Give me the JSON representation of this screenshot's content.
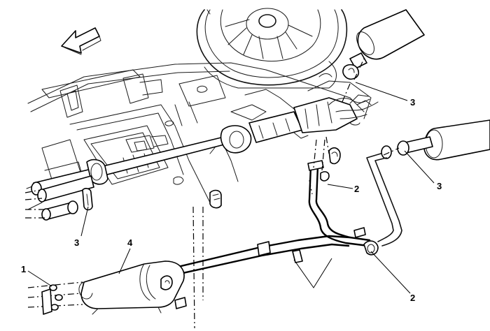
{
  "callouts": [
    {
      "id": "callout-1",
      "label": "1"
    },
    {
      "id": "callout-2-upper",
      "label": "2"
    },
    {
      "id": "callout-2-lower",
      "label": "2"
    },
    {
      "id": "callout-3-upper",
      "label": "3"
    },
    {
      "id": "callout-3-right",
      "label": "3"
    },
    {
      "id": "callout-3-left",
      "label": "3"
    },
    {
      "id": "callout-4",
      "label": "4"
    }
  ],
  "icons": {
    "direction_arrow": "front-direction-arrow-icon"
  },
  "colors": {
    "line": "#000000",
    "background": "#ffffff"
  }
}
